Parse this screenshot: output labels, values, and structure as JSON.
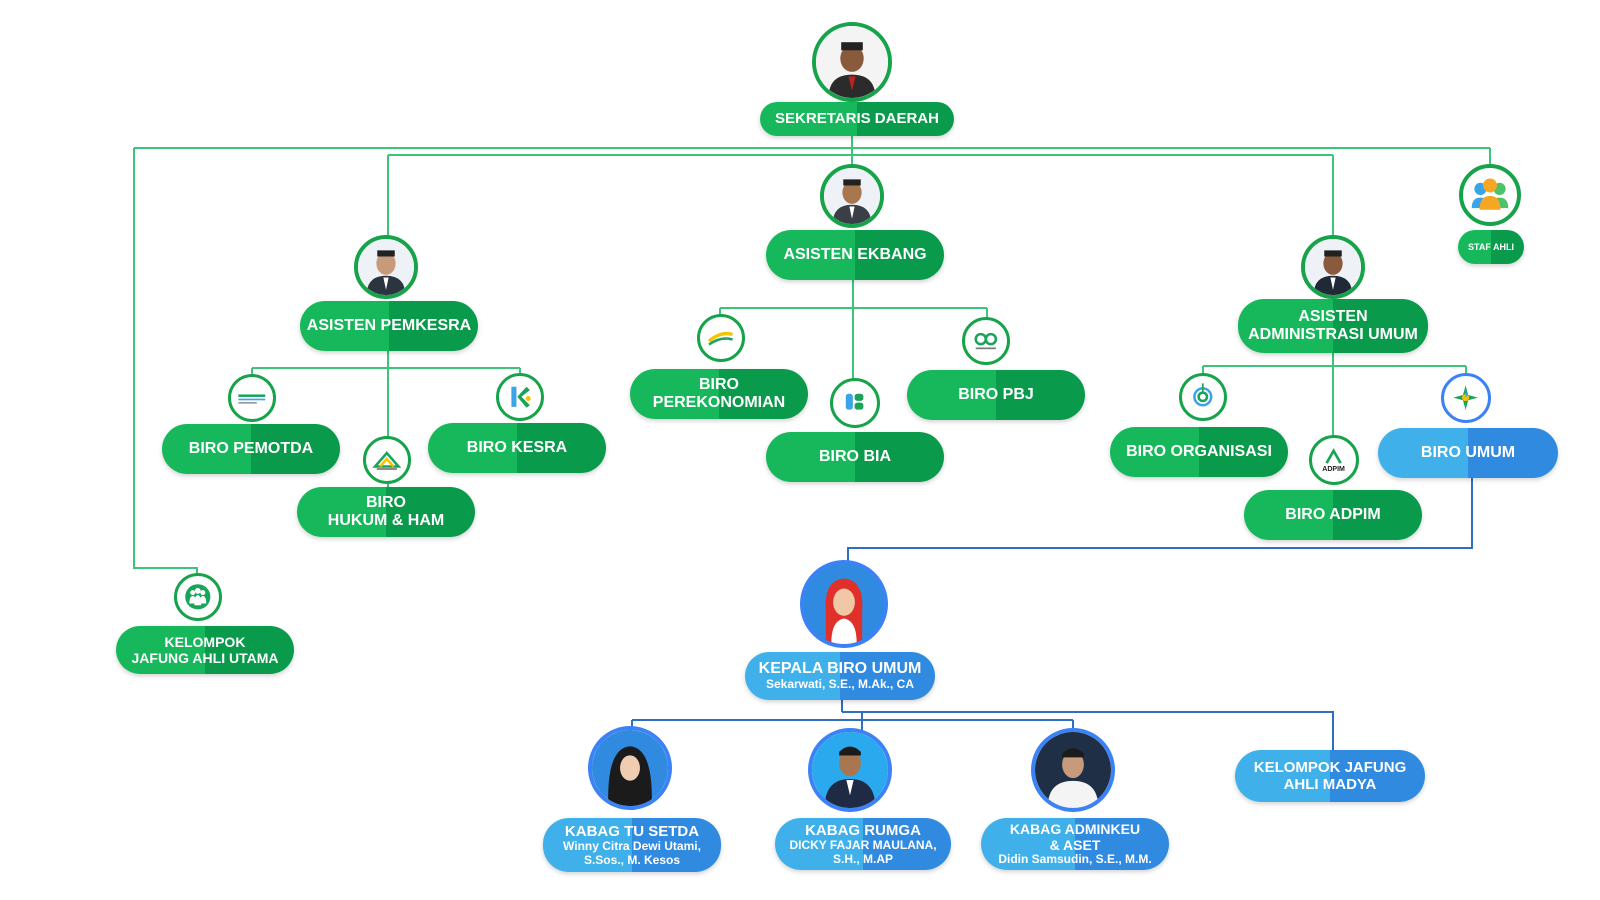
{
  "colors": {
    "green": "#16a34a",
    "green_light": "#17b85c",
    "blue": "#3b82f6",
    "blue_light": "#3fb0ea",
    "line_green": "#3cc47a",
    "line_blue": "#2f6fc2"
  },
  "sekda": {
    "title": "SEKRETARIS DAERAH"
  },
  "staf_ahli": {
    "title": "STAF AHLI",
    "icon": "people-group-icon"
  },
  "pemkesra": {
    "title": "ASISTEN PEMKESRA",
    "biro_pemotda": "BIRO PEMOTDA",
    "biro_kesra": "BIRO KESRA",
    "biro_hukum_l1": "BIRO",
    "biro_hukum_l2": "HUKUM & HAM"
  },
  "ekbang": {
    "title": "ASISTEN EKBANG",
    "biro_perekonomian_l1": "BIRO",
    "biro_perekonomian_l2": "PEREKONOMIAN",
    "biro_pbj": "BIRO PBJ",
    "biro_bia": "BIRO BIA"
  },
  "adum": {
    "title_l1": "ASISTEN",
    "title_l2": "ADMINISTRASI UMUM",
    "biro_organisasi": "BIRO ORGANISASI",
    "biro_umum": "BIRO UMUM",
    "biro_adpim": "BIRO ADPIM",
    "adpim_logo_text": "ADPIM"
  },
  "jafung_utama": {
    "l1": "KELOMPOK",
    "l2": "JAFUNG AHLI UTAMA"
  },
  "kepala_biro_umum": {
    "title": "KEPALA BIRO UMUM",
    "name": "Sekarwati, S.E., M.Ak., CA"
  },
  "kabag_tu": {
    "title": "KABAG TU SETDA",
    "name_l1": "Winny Citra Dewi Utami,",
    "name_l2": "S.Sos., M. Kesos"
  },
  "kabag_rumga": {
    "title": "KABAG RUMGA",
    "name_l1": "DICKY FAJAR MAULANA,",
    "name_l2": "S.H., M.AP"
  },
  "kabag_adminkeu": {
    "title_l1": "KABAG ADMINKEU",
    "title_l2": "& ASET",
    "name": "Didin Samsudin, S.E., M.M."
  },
  "jafung_madya": {
    "l1": "KELOMPOK JAFUNG",
    "l2": "AHLI MADYA"
  }
}
